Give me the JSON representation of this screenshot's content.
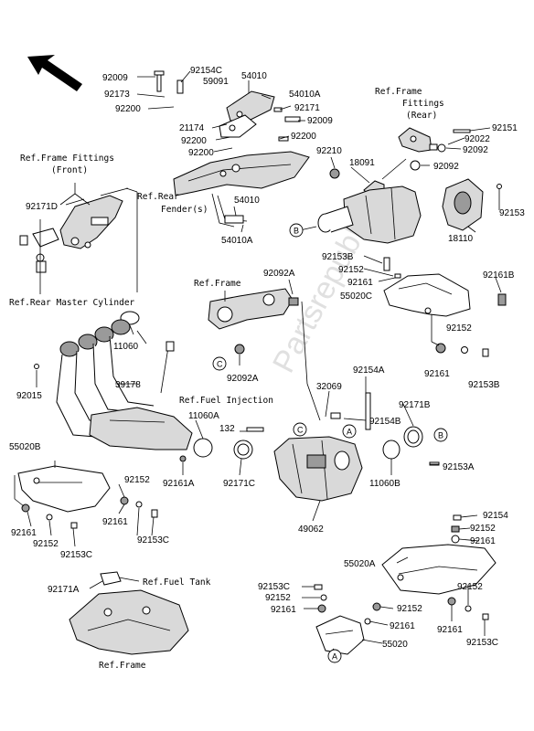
{
  "watermark": "Partsrepublik",
  "parts": {
    "p92009a": "92009",
    "p92154C": "92154C",
    "p59091": "59091",
    "p54010a": "54010",
    "p92173": "92173",
    "p54010A_top": "54010A",
    "p92200a": "92200",
    "p92171_top": "92171",
    "p92009b": "92009",
    "p21174": "21174",
    "p92200b": "92200",
    "p92200c": "92200",
    "p92200d": "92200",
    "p92210": "92210",
    "p18091": "18091",
    "p92151": "92151",
    "p92022": "92022",
    "p92092a": "92092",
    "p92092b": "92092",
    "p92153a": "92153",
    "p18110": "18110",
    "p54010b": "54010",
    "p54010A_bot": "54010A",
    "p92171D": "92171D",
    "p92153B_top": "92153B",
    "p92152a": "92152",
    "p92161a": "92161",
    "p55020C": "55020C",
    "p92161B": "92161B",
    "p92092A": "92092A",
    "p92092A_b": "92092A",
    "p11060": "11060",
    "p92015": "92015",
    "p39178": "39178",
    "p92152b": "92152",
    "p92161b": "92161",
    "p92153B_bot": "92153B",
    "p92154A": "92154A",
    "p32069": "32069",
    "p92154B": "92154B",
    "p92171B": "92171B",
    "p11060A": "11060A",
    "p132": "132",
    "p55020B": "55020B",
    "p92161A": "92161A",
    "p92171C": "92171C",
    "p11060B": "11060B",
    "p92153A": "92153A",
    "p92152c": "92152",
    "p92161c": "92161",
    "p92152d": "92152",
    "p92153C_a": "92153C",
    "p92161d": "92161",
    "p92153C_b": "92153C",
    "p49062": "49062",
    "p92154": "92154",
    "p92152e": "92152",
    "p92161e": "92161",
    "p55020A": "55020A",
    "p92171A": "92171A",
    "p92153C_c": "92153C",
    "p92152f": "92152",
    "p92152g": "92152",
    "p92152h": "92152",
    "p92161f": "92161",
    "p92161g": "92161",
    "p92161h": "92161",
    "p92153C_d": "92153C",
    "p55020": "55020"
  },
  "refs": {
    "frame_fittings_rear_1": "Ref.Frame",
    "frame_fittings_rear_2": "Fittings",
    "frame_fittings_rear_3": "(Rear)",
    "frame_fittings_front_1": "Ref.Frame Fittings",
    "frame_fittings_front_2": "(Front)",
    "rear_fender_1": "Ref.Rear",
    "rear_fender_2": "Fender(s)",
    "rear_master_cylinder": "Ref.Rear Master Cylinder",
    "frame_mid": "Ref.Frame",
    "fuel_injection": "Ref.Fuel Injection",
    "fuel_tank": "Ref.Fuel Tank",
    "frame_bottom": "Ref.Frame"
  },
  "callouts": {
    "A": "A",
    "B": "B",
    "C": "C"
  },
  "icons": {
    "direction_arrow": "front-direction-arrow-icon"
  }
}
